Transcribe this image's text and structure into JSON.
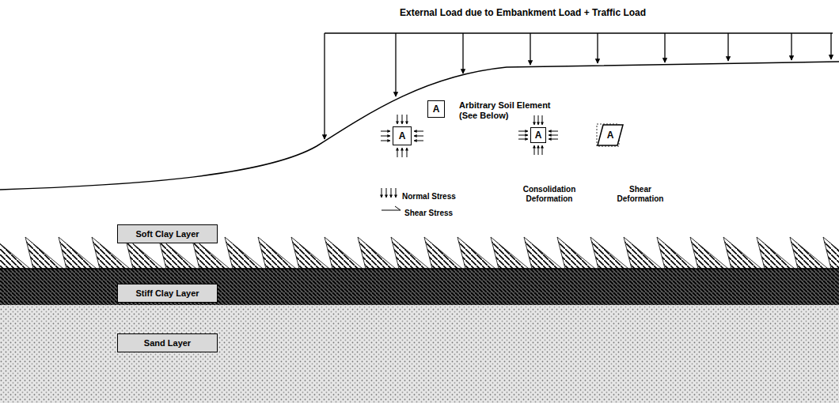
{
  "diagram": {
    "nodes": [
      {
        "text": [
          "A"
        ]
      },
      {
        "text": [
          "A"
        ]
      },
      {
        "text": [
          "A"
        ]
      },
      {
        "text": [
          "A"
        ]
      },
      {
        "text": [
          "Soft Clay Layer"
        ]
      },
      {
        "text": [
          "Stiff Clay Layer"
        ]
      },
      {
        "text": [
          "Sand Layer"
        ]
      }
    ],
    "labels": [
      "External Load due to Embankment Load + Traffic Load",
      "Arbitrary Soil Element (See Below)",
      "Consolidation Deformation",
      "Shear Deformation"
    ],
    "legend": [
      {
        "text": "Normal Stress"
      },
      {
        "text": "Shear Stress"
      }
    ]
  }
}
